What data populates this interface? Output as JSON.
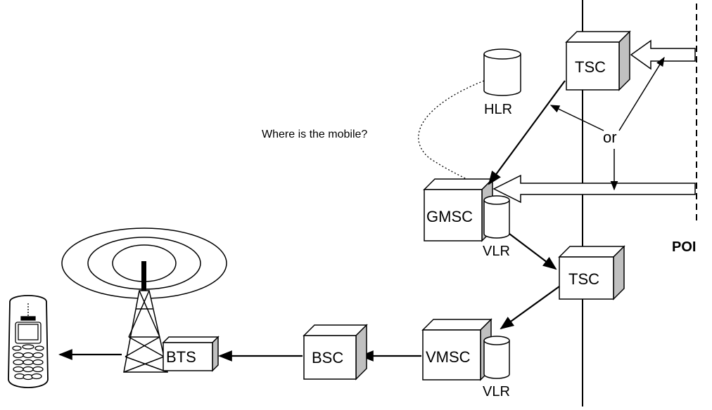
{
  "diagram": {
    "nodes": {
      "tsc_top": "TSC",
      "hlr": "HLR",
      "gmsc": "GMSC",
      "vlr_gmsc": "VLR",
      "tsc_mid": "TSC",
      "vmsc": "VMSC",
      "vlr_vmsc": "VLR",
      "bsc": "BSC",
      "bts": "BTS"
    },
    "annotations": {
      "query": "Where is the mobile?",
      "or": "or",
      "poi": "POI"
    },
    "icons": [
      "mobile-phone-icon",
      "antenna-tower-icon",
      "radio-waves-icon",
      "database-cylinder-icon",
      "switch-cube-icon"
    ],
    "colors": {
      "line": "#000000",
      "box_front": "#ffffff",
      "box_side": "#c0c0c0",
      "background": "#ffffff"
    }
  }
}
